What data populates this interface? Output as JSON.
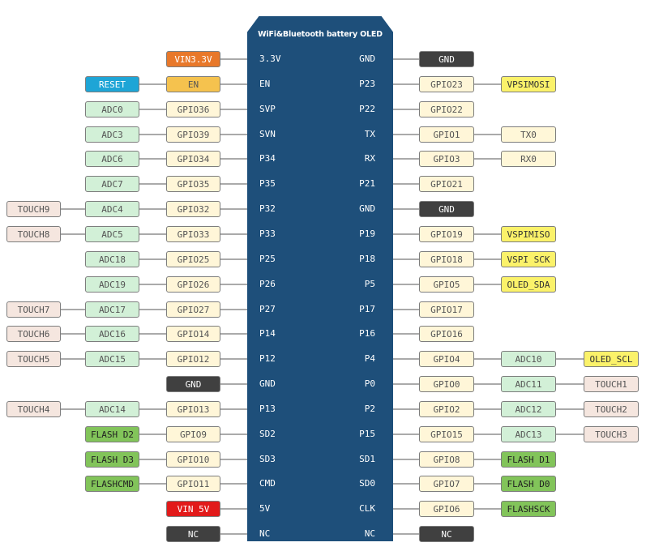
{
  "board_title": "WiFi&Bluetooth battery OLED",
  "colors": {
    "board": "#1e4f7a",
    "gpio": "#fff6d8",
    "adc": "#d2f0d7",
    "touch": "#f5e6df",
    "spi": "#fbf26a",
    "flash": "#82c45a",
    "gnd": "#404040",
    "power": "#e8782a",
    "vin5": "#e21a1a",
    "reset": "#1ea5d6"
  },
  "left_rows": [
    {
      "pin": "3.3V",
      "gpio": {
        "text": "VIN3.3V",
        "kind": "power"
      },
      "adc": null,
      "touch": null
    },
    {
      "pin": "EN",
      "gpio": {
        "text": "EN",
        "kind": "en"
      },
      "adc": {
        "text": "RESET",
        "kind": "reset"
      },
      "touch": null
    },
    {
      "pin": "SVP",
      "gpio": {
        "text": "GPIO36",
        "kind": "gpio"
      },
      "adc": {
        "text": "ADC0",
        "kind": "adc"
      },
      "touch": null
    },
    {
      "pin": "SVN",
      "gpio": {
        "text": "GPIO39",
        "kind": "gpio"
      },
      "adc": {
        "text": "ADC3",
        "kind": "adc"
      },
      "touch": null
    },
    {
      "pin": "P34",
      "gpio": {
        "text": "GPIO34",
        "kind": "gpio"
      },
      "adc": {
        "text": "ADC6",
        "kind": "adc"
      },
      "touch": null
    },
    {
      "pin": "P35",
      "gpio": {
        "text": "GPIO35",
        "kind": "gpio"
      },
      "adc": {
        "text": "ADC7",
        "kind": "adc"
      },
      "touch": null
    },
    {
      "pin": "P32",
      "gpio": {
        "text": "GPIO32",
        "kind": "gpio"
      },
      "adc": {
        "text": "ADC4",
        "kind": "adc"
      },
      "touch": {
        "text": "TOUCH9",
        "kind": "touch"
      }
    },
    {
      "pin": "P33",
      "gpio": {
        "text": "GPIO33",
        "kind": "gpio"
      },
      "adc": {
        "text": "ADC5",
        "kind": "adc"
      },
      "touch": {
        "text": "TOUCH8",
        "kind": "touch"
      }
    },
    {
      "pin": "P25",
      "gpio": {
        "text": "GPIO25",
        "kind": "gpio"
      },
      "adc": {
        "text": "ADC18",
        "kind": "adc"
      },
      "touch": null
    },
    {
      "pin": "P26",
      "gpio": {
        "text": "GPIO26",
        "kind": "gpio"
      },
      "adc": {
        "text": "ADC19",
        "kind": "adc"
      },
      "touch": null
    },
    {
      "pin": "P27",
      "gpio": {
        "text": "GPIO27",
        "kind": "gpio"
      },
      "adc": {
        "text": "ADC17",
        "kind": "adc"
      },
      "touch": {
        "text": "TOUCH7",
        "kind": "touch"
      }
    },
    {
      "pin": "P14",
      "gpio": {
        "text": "GPIO14",
        "kind": "gpio"
      },
      "adc": {
        "text": "ADC16",
        "kind": "adc"
      },
      "touch": {
        "text": "TOUCH6",
        "kind": "touch"
      }
    },
    {
      "pin": "P12",
      "gpio": {
        "text": "GPIO12",
        "kind": "gpio"
      },
      "adc": {
        "text": "ADC15",
        "kind": "adc"
      },
      "touch": {
        "text": "TOUCH5",
        "kind": "touch"
      }
    },
    {
      "pin": "GND",
      "gpio": {
        "text": "GND",
        "kind": "gnd"
      },
      "adc": null,
      "touch": null
    },
    {
      "pin": "P13",
      "gpio": {
        "text": "GPIO13",
        "kind": "gpio"
      },
      "adc": {
        "text": "ADC14",
        "kind": "adc"
      },
      "touch": {
        "text": "TOUCH4",
        "kind": "touch"
      }
    },
    {
      "pin": "SD2",
      "gpio": {
        "text": "GPIO9",
        "kind": "gpio"
      },
      "adc": {
        "text": "FLASH D2",
        "kind": "flash"
      },
      "touch": null
    },
    {
      "pin": "SD3",
      "gpio": {
        "text": "GPIO10",
        "kind": "gpio"
      },
      "adc": {
        "text": "FLASH D3",
        "kind": "flash"
      },
      "touch": null
    },
    {
      "pin": "CMD",
      "gpio": {
        "text": "GPIO11",
        "kind": "gpio"
      },
      "adc": {
        "text": "FLASHCMD",
        "kind": "flash"
      },
      "touch": null
    },
    {
      "pin": "5V",
      "gpio": {
        "text": "VIN 5V",
        "kind": "vin5"
      },
      "adc": null,
      "touch": null
    },
    {
      "pin": "NC",
      "gpio": {
        "text": "NC",
        "kind": "gnd"
      },
      "adc": null,
      "touch": null
    }
  ],
  "right_rows": [
    {
      "pin": "GND",
      "gpio": {
        "text": "GND",
        "kind": "gnd"
      },
      "c2": null,
      "c3": null
    },
    {
      "pin": "P23",
      "gpio": {
        "text": "GPIO23",
        "kind": "gpio"
      },
      "c2": {
        "text": "VPSIMOSI",
        "kind": "spi"
      },
      "c3": null
    },
    {
      "pin": "P22",
      "gpio": {
        "text": "GPIO22",
        "kind": "gpio"
      },
      "c2": null,
      "c3": null
    },
    {
      "pin": "TX",
      "gpio": {
        "text": "GPIO1",
        "kind": "gpio"
      },
      "c2": {
        "text": "TX0",
        "kind": "uart"
      },
      "c3": null
    },
    {
      "pin": "RX",
      "gpio": {
        "text": "GPIO3",
        "kind": "gpio"
      },
      "c2": {
        "text": "RX0",
        "kind": "uart"
      },
      "c3": null
    },
    {
      "pin": "P21",
      "gpio": {
        "text": "GPIO21",
        "kind": "gpio"
      },
      "c2": null,
      "c3": null
    },
    {
      "pin": "GND",
      "gpio": {
        "text": "GND",
        "kind": "gnd"
      },
      "c2": null,
      "c3": null
    },
    {
      "pin": "P19",
      "gpio": {
        "text": "GPIO19",
        "kind": "gpio"
      },
      "c2": {
        "text": "VSPIMISO",
        "kind": "spi"
      },
      "c3": null
    },
    {
      "pin": "P18",
      "gpio": {
        "text": "GPIO18",
        "kind": "gpio"
      },
      "c2": {
        "text": "VSPI SCK",
        "kind": "spi"
      },
      "c3": null
    },
    {
      "pin": "P5",
      "gpio": {
        "text": "GPIO5",
        "kind": "gpio"
      },
      "c2": {
        "text": "OLED_SDA",
        "kind": "spi"
      },
      "c3": null
    },
    {
      "pin": "P17",
      "gpio": {
        "text": "GPIO17",
        "kind": "gpio"
      },
      "c2": null,
      "c3": null
    },
    {
      "pin": "P16",
      "gpio": {
        "text": "GPIO16",
        "kind": "gpio"
      },
      "c2": null,
      "c3": null
    },
    {
      "pin": "P4",
      "gpio": {
        "text": "GPIO4",
        "kind": "gpio"
      },
      "c2": {
        "text": "ADC10",
        "kind": "adc"
      },
      "c3": {
        "text": "OLED_SCL",
        "kind": "spi"
      }
    },
    {
      "pin": "P0",
      "gpio": {
        "text": "GPIO0",
        "kind": "gpio"
      },
      "c2": {
        "text": "ADC11",
        "kind": "adc"
      },
      "c3": {
        "text": "TOUCH1",
        "kind": "touch"
      }
    },
    {
      "pin": "P2",
      "gpio": {
        "text": "GPIO2",
        "kind": "gpio"
      },
      "c2": {
        "text": "ADC12",
        "kind": "adc"
      },
      "c3": {
        "text": "TOUCH2",
        "kind": "touch"
      }
    },
    {
      "pin": "P15",
      "gpio": {
        "text": "GPIO15",
        "kind": "gpio"
      },
      "c2": {
        "text": "ADC13",
        "kind": "adc"
      },
      "c3": {
        "text": "TOUCH3",
        "kind": "touch"
      }
    },
    {
      "pin": "SD1",
      "gpio": {
        "text": "GPIO8",
        "kind": "gpio"
      },
      "c2": {
        "text": "FLASH D1",
        "kind": "flash"
      },
      "c3": null
    },
    {
      "pin": "SD0",
      "gpio": {
        "text": "GPIO7",
        "kind": "gpio"
      },
      "c2": {
        "text": "FLASH D0",
        "kind": "flash"
      },
      "c3": null
    },
    {
      "pin": "CLK",
      "gpio": {
        "text": "GPIO6",
        "kind": "gpio"
      },
      "c2": {
        "text": "FLASHSCK",
        "kind": "flash"
      },
      "c3": null
    },
    {
      "pin": "NC",
      "gpio": {
        "text": "NC",
        "kind": "gnd"
      },
      "c2": null,
      "c3": null
    }
  ]
}
